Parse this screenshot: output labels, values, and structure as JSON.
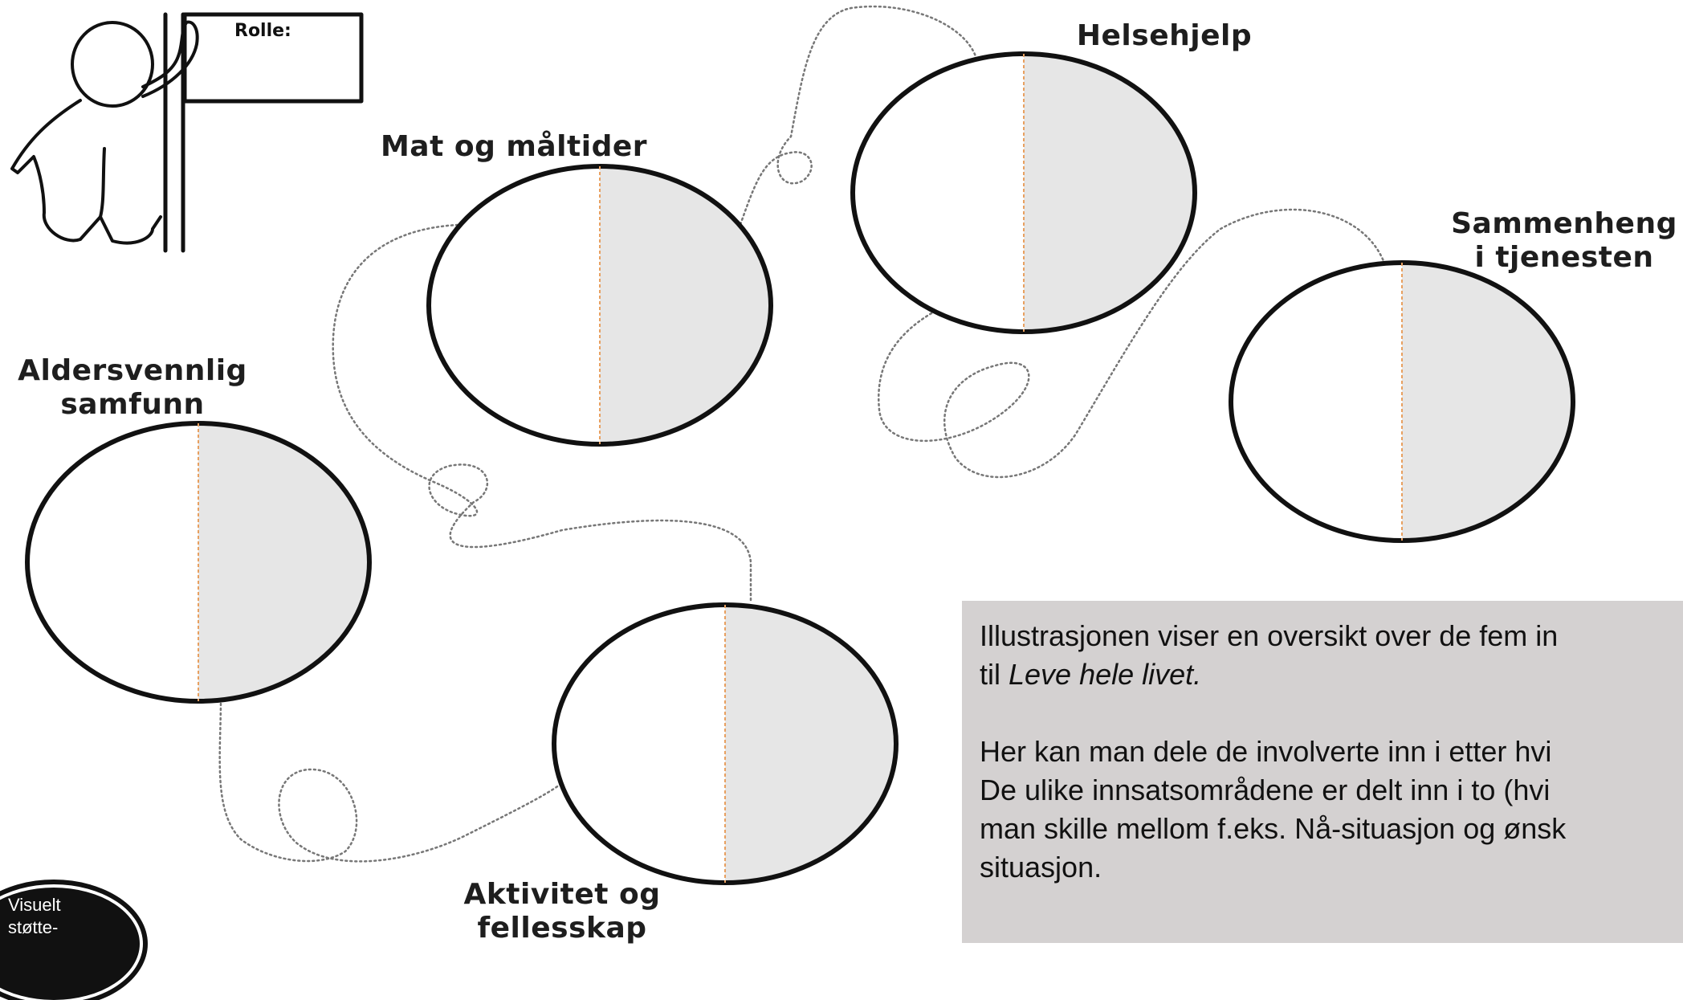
{
  "figure": {
    "role_label": "Rolle:",
    "areas": [
      {
        "label_lines": [
          "Mat og måltider"
        ]
      },
      {
        "label_lines": [
          "Helsehjelp"
        ]
      },
      {
        "label_lines": [
          "Sammenheng",
          "i tjenesten"
        ]
      },
      {
        "label_lines": [
          "Aldersvennlig",
          "samfunn"
        ]
      },
      {
        "label_lines": [
          "Aktivitet og",
          "fellesskap"
        ]
      }
    ]
  },
  "panel": {
    "line1": "Illustrasjonen viser en oversikt over de fem in",
    "line2_prefix": "til ",
    "line2_italic": "Leve hele livet.",
    "line3": "Her kan man dele de involverte inn i etter hvi",
    "line4": "De ulike innsatsområdene er delt inn i to (hvi",
    "line5": "man skille mellom f.eks. Nå-situasjon og ønsk",
    "line6": "situasjon."
  },
  "badge": {
    "line1": "Visuelt",
    "line2": "støtte-"
  },
  "colors": {
    "circle_stroke": "#111111",
    "right_half_fill": "#e6e6e6",
    "divider": "#e8a060",
    "panel_bg": "#d4d1d1",
    "path_dots": "#777777"
  }
}
